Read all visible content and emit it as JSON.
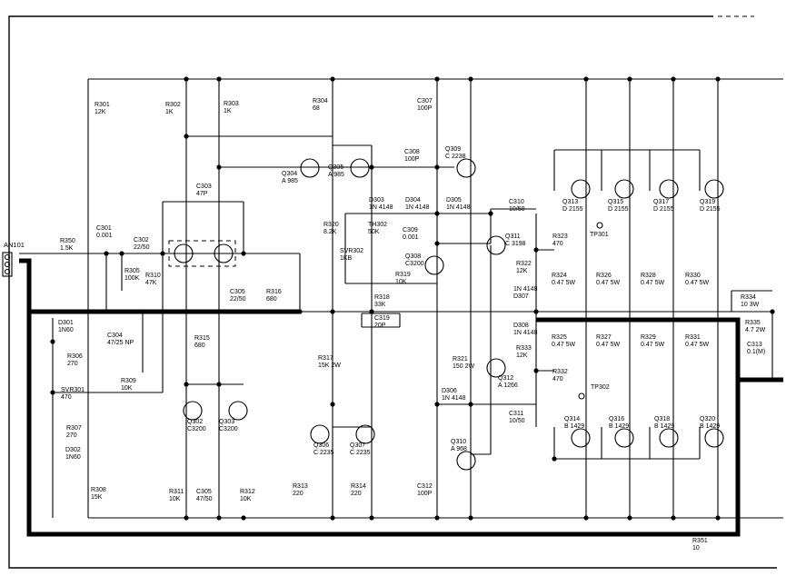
{
  "connector": {
    "label": "AN101"
  },
  "resistors": [
    {
      "id": "r301",
      "ref": "R301",
      "value": "12K"
    },
    {
      "id": "r302",
      "ref": "R302",
      "value": "1K"
    },
    {
      "id": "r303",
      "ref": "R303",
      "value": "1K"
    },
    {
      "id": "r304",
      "ref": "R304",
      "value": "68"
    },
    {
      "id": "r305",
      "ref": "R305",
      "value": "100K"
    },
    {
      "id": "r306",
      "ref": "R306",
      "value": "270"
    },
    {
      "id": "r307",
      "ref": "R307",
      "value": "270"
    },
    {
      "id": "r308",
      "ref": "R308",
      "value": "15K"
    },
    {
      "id": "r309",
      "ref": "R309",
      "value": "10K"
    },
    {
      "id": "r310",
      "ref": "R310",
      "value": "47K"
    },
    {
      "id": "r311",
      "ref": "R311",
      "value": "10K"
    },
    {
      "id": "r312",
      "ref": "R312",
      "value": "10K"
    },
    {
      "id": "r313",
      "ref": "R313",
      "value": "220"
    },
    {
      "id": "r314",
      "ref": "R314",
      "value": "220"
    },
    {
      "id": "r315",
      "ref": "R315",
      "value": "680"
    },
    {
      "id": "r316",
      "ref": "R316",
      "value": "680"
    },
    {
      "id": "r317",
      "ref": "R317",
      "value": "15K 2W"
    },
    {
      "id": "r318",
      "ref": "R318",
      "value": "33K"
    },
    {
      "id": "r319",
      "ref": "R319",
      "value": "10K"
    },
    {
      "id": "r320",
      "ref": "R320",
      "value": "8.2K"
    },
    {
      "id": "r321",
      "ref": "R321",
      "value": "150 2W"
    },
    {
      "id": "r322",
      "ref": "R322",
      "value": "12K"
    },
    {
      "id": "r323",
      "ref": "R323",
      "value": "470"
    },
    {
      "id": "r324",
      "ref": "R324",
      "value": "0.47 5W"
    },
    {
      "id": "r325",
      "ref": "R325",
      "value": "0.47 5W"
    },
    {
      "id": "r326",
      "ref": "R326",
      "value": "0.47 5W"
    },
    {
      "id": "r327",
      "ref": "R327",
      "value": "0.47 5W"
    },
    {
      "id": "r328",
      "ref": "R328",
      "value": "0.47 5W"
    },
    {
      "id": "r329",
      "ref": "R329",
      "value": "0.47 5W"
    },
    {
      "id": "r330",
      "ref": "R330",
      "value": "0.47 5W"
    },
    {
      "id": "r331",
      "ref": "R331",
      "value": "0.47 5W"
    },
    {
      "id": "r332",
      "ref": "R332",
      "value": "470"
    },
    {
      "id": "r333",
      "ref": "R333",
      "value": "12K"
    },
    {
      "id": "r334",
      "ref": "R334",
      "value": "10 3W"
    },
    {
      "id": "r335",
      "ref": "R335",
      "value": "4.7 2W"
    },
    {
      "id": "r350",
      "ref": "R350",
      "value": "1.5K"
    },
    {
      "id": "r351",
      "ref": "R351",
      "value": "10"
    }
  ],
  "capacitors": [
    {
      "id": "c301",
      "ref": "C301",
      "value": "0.001"
    },
    {
      "id": "c302",
      "ref": "C302",
      "value": "22/50"
    },
    {
      "id": "c303",
      "ref": "C303",
      "value": "47P"
    },
    {
      "id": "c304",
      "ref": "C304",
      "value": "47/25 NP"
    },
    {
      "id": "c305",
      "ref": "C305",
      "value": "22/50"
    },
    {
      "id": "c305b",
      "ref": "C305",
      "value": "47/50"
    },
    {
      "id": "c307",
      "ref": "C307",
      "value": "100P"
    },
    {
      "id": "c308",
      "ref": "C308",
      "value": "100P"
    },
    {
      "id": "c309",
      "ref": "C309",
      "value": "0.001"
    },
    {
      "id": "c310",
      "ref": "C310",
      "value": "10/50"
    },
    {
      "id": "c311",
      "ref": "C311",
      "value": "10/50"
    },
    {
      "id": "c312",
      "ref": "C312",
      "value": "100P"
    },
    {
      "id": "c313",
      "ref": "C313",
      "value": "0.1(M)"
    },
    {
      "id": "c319",
      "ref": "C319",
      "value": "20P"
    }
  ],
  "diodes": [
    {
      "id": "d301",
      "ref": "D301",
      "value": "1N60"
    },
    {
      "id": "d302",
      "ref": "D302",
      "value": "1N60"
    },
    {
      "id": "d303",
      "ref": "D303",
      "value": "1N 4148"
    },
    {
      "id": "d304",
      "ref": "D304",
      "value": "1N 4148"
    },
    {
      "id": "d305",
      "ref": "D305",
      "value": "1N 4148"
    },
    {
      "id": "d306",
      "ref": "D306",
      "value": "1N 4148"
    },
    {
      "id": "d307",
      "ref": "1N 4148",
      "value": "D307"
    },
    {
      "id": "d308",
      "ref": "D308",
      "value": "1N 4148"
    }
  ],
  "transistors": [
    {
      "id": "q302",
      "ref": "Q302",
      "value": "C3200"
    },
    {
      "id": "q303",
      "ref": "Q303",
      "value": "C3200"
    },
    {
      "id": "q304",
      "ref": "Q304",
      "value": "A 985"
    },
    {
      "id": "q305",
      "ref": "Q305",
      "value": "A 985"
    },
    {
      "id": "q306",
      "ref": "Q306",
      "value": "C 2235"
    },
    {
      "id": "q307",
      "ref": "Q307",
      "value": "C 2235"
    },
    {
      "id": "q308",
      "ref": "Q308",
      "value": "C3200"
    },
    {
      "id": "q309",
      "ref": "Q309",
      "value": "C 2238"
    },
    {
      "id": "q310",
      "ref": "Q310",
      "value": "A 968"
    },
    {
      "id": "q311",
      "ref": "Q311",
      "value": "C 3198"
    },
    {
      "id": "q312",
      "ref": "Q312",
      "value": "A 1266"
    },
    {
      "id": "q313",
      "ref": "Q313",
      "value": "D 2155"
    },
    {
      "id": "q314",
      "ref": "Q314",
      "value": "B 1429"
    },
    {
      "id": "q315",
      "ref": "Q315",
      "value": "D 2155"
    },
    {
      "id": "q316",
      "ref": "Q316",
      "value": "B 1429"
    },
    {
      "id": "q317",
      "ref": "Q317",
      "value": "D 2155"
    },
    {
      "id": "q318",
      "ref": "Q318",
      "value": "B 1429"
    },
    {
      "id": "q319",
      "ref": "Q319",
      "value": "D 2155"
    },
    {
      "id": "q320",
      "ref": "Q320",
      "value": "B 1429"
    }
  ],
  "others": [
    {
      "id": "svr301",
      "ref": "SVR301",
      "value": "470"
    },
    {
      "id": "svr302",
      "ref": "SVR302",
      "value": "1KB"
    },
    {
      "id": "th302",
      "ref": "TH302",
      "value": "50K"
    },
    {
      "id": "tp301",
      "ref": "TP301",
      "value": ""
    },
    {
      "id": "tp302",
      "ref": "TP302",
      "value": ""
    }
  ]
}
